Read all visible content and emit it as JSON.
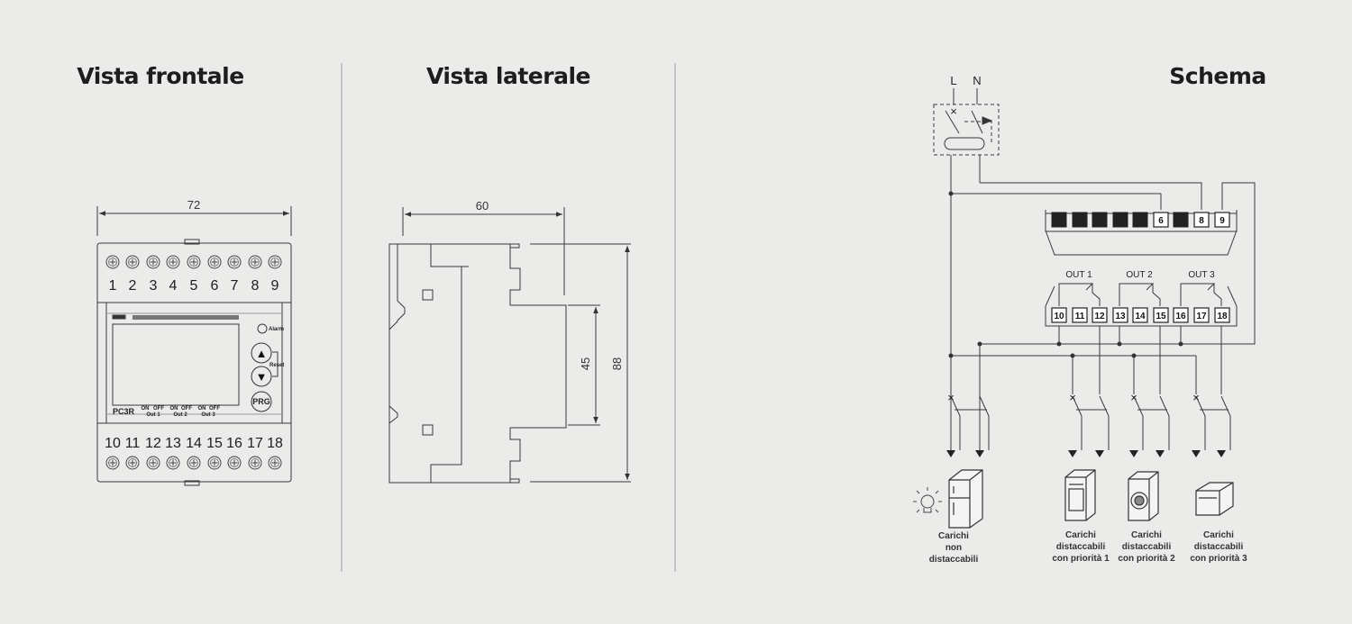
{
  "titles": {
    "front": "Vista frontale",
    "side": "Vista laterale",
    "schema": "Schema"
  },
  "front": {
    "width_label": "72",
    "top_terminals": [
      "1",
      "2",
      "3",
      "4",
      "5",
      "6",
      "7",
      "8",
      "9"
    ],
    "bottom_terminals": [
      "10",
      "11",
      "12",
      "13",
      "14",
      "15",
      "16",
      "17",
      "18"
    ],
    "alarm_label": "Alarm",
    "model": "PC3R",
    "btn_up": "▲",
    "btn_down": "▼",
    "btn_prg": "PRG",
    "reset_label": "Reset",
    "out_groups": [
      {
        "on": "ON",
        "off": "OFF",
        "name": "Out 1"
      },
      {
        "on": "ON",
        "off": "OFF",
        "name": "Out 2"
      },
      {
        "on": "ON",
        "off": "OFF",
        "name": "Out 3"
      }
    ]
  },
  "side": {
    "depth_label": "60",
    "height_label": "88",
    "inner_label": "45"
  },
  "schema": {
    "line_L": "L",
    "line_N": "N",
    "top_numbered": [
      "6",
      "8",
      "9"
    ],
    "outs": [
      "OUT 1",
      "OUT 2",
      "OUT 3"
    ],
    "bottom_numbered": [
      "10",
      "11",
      "12",
      "13",
      "14",
      "15",
      "16",
      "17",
      "18"
    ],
    "loads": [
      {
        "line1": "Carichi",
        "line2": "non",
        "line3": "distaccabili"
      },
      {
        "line1": "Carichi",
        "line2": "distaccabili",
        "line3": "con priorità 1"
      },
      {
        "line1": "Carichi",
        "line2": "distaccabili",
        "line3": "con priorità 2"
      },
      {
        "line1": "Carichi",
        "line2": "distaccabili",
        "line3": "con priorità 3"
      }
    ],
    "cross_mark": "×"
  },
  "colors": {
    "background": "#ebebea",
    "line": "#3a3a3a",
    "divider": "#9a9a9a"
  }
}
